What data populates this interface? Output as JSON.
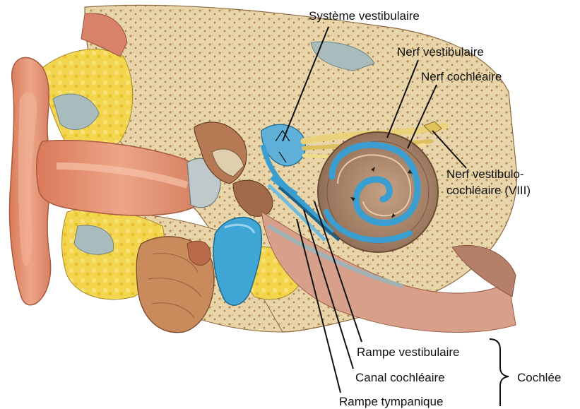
{
  "labels": {
    "systeme_vestibulaire": "Système vestibulaire",
    "nerf_vestibulaire": "Nerf vestibulaire",
    "nerf_cochleaire": "Nerf cochléaire",
    "nerf_vestibulo_cochleaire_line1": "Nerf vestibulo-",
    "nerf_vestibulo_cochleaire_line2": "cochléaire (VIII)",
    "rampe_vestibulaire": "Rampe vestibulaire",
    "canal_cochleaire": "Canal cochléaire",
    "rampe_tympanique": "Rampe tympanique",
    "cochlee": "Cochlée"
  },
  "colors": {
    "skin": "#e79a7c",
    "skin_dark": "#c86a4e",
    "bone": "#e6d3a8",
    "bone_dots": "#b88f5a",
    "fat": "#f2d54a",
    "fluid_blue": "#3a9fd0",
    "nerve": "#e9d27a",
    "gland": "#c98a5c",
    "tissue_gray": "#9fb3b6"
  }
}
